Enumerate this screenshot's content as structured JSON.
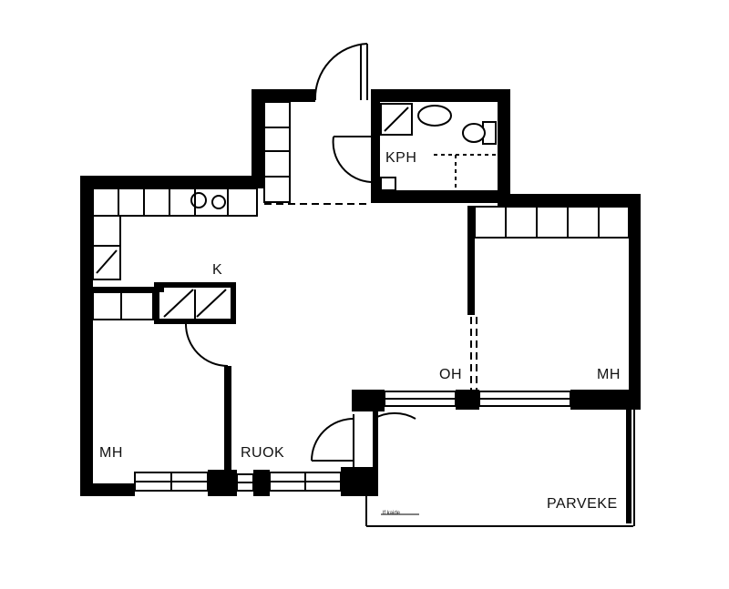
{
  "plan": {
    "wall_color": "#000000",
    "background": "#ffffff",
    "rooms": [
      {
        "id": "kph",
        "label": "KPH"
      },
      {
        "id": "k",
        "label": "K"
      },
      {
        "id": "oh",
        "label": "OH"
      },
      {
        "id": "mh-right",
        "label": "MH"
      },
      {
        "id": "mh-left",
        "label": "MH"
      },
      {
        "id": "ruok",
        "label": "RUOK"
      },
      {
        "id": "parveke",
        "label": "PARVEKE"
      }
    ],
    "notes": {
      "balcony_sign": "lf kaide"
    }
  }
}
